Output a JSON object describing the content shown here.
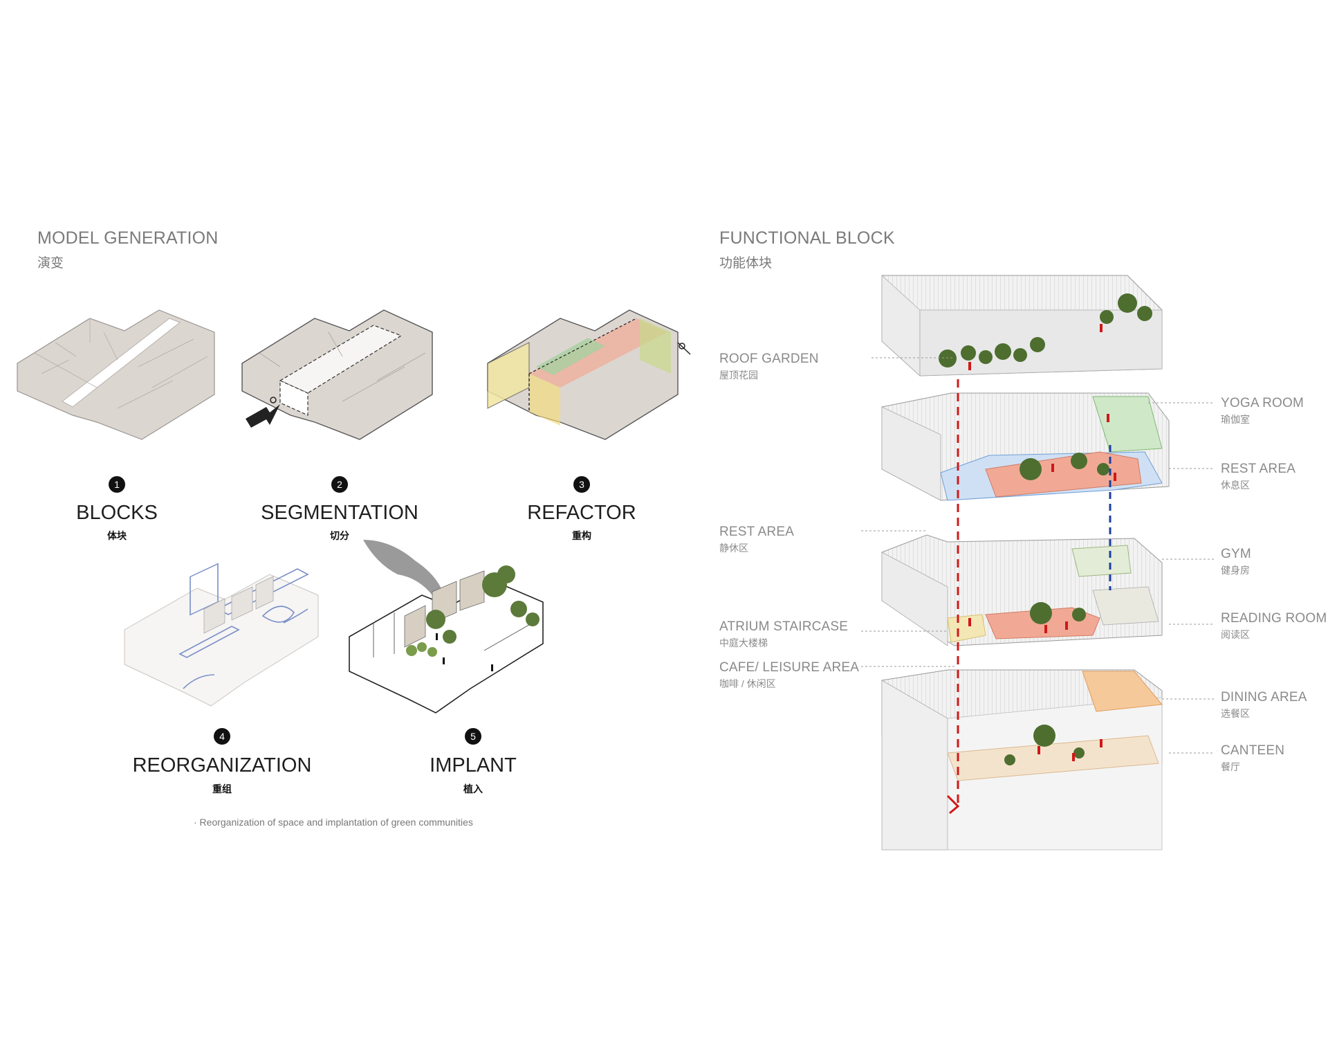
{
  "left": {
    "title": "MODEL GENERATION",
    "subtitle": "演变",
    "steps": [
      {
        "num": "1",
        "name": "BLOCKS",
        "cn": "体块"
      },
      {
        "num": "2",
        "name": "SEGMENTATION",
        "cn": "切分"
      },
      {
        "num": "3",
        "name": "REFACTOR",
        "cn": "重构"
      },
      {
        "num": "4",
        "name": "REORGANIZATION",
        "cn": "重组"
      },
      {
        "num": "5",
        "name": "IMPLANT",
        "cn": "植入"
      }
    ],
    "caption": "· Reorganization of space and implantation of green communities"
  },
  "right": {
    "title": "FUNCTIONAL BLOCK",
    "subtitle": "功能体块",
    "labels_left": [
      {
        "en": "ROOF GARDEN",
        "cn": "屋顶花园"
      },
      {
        "en": "REST AREA",
        "cn": "静休区"
      },
      {
        "en": "ATRIUM STAIRCASE",
        "cn": "中庭大楼梯"
      },
      {
        "en": "CAFE/ LEISURE AREA",
        "cn": "咖啡 / 休闲区"
      }
    ],
    "labels_right": [
      {
        "en": "YOGA ROOM",
        "cn": "瑜伽室"
      },
      {
        "en": "REST AREA",
        "cn": "休息区"
      },
      {
        "en": "GYM",
        "cn": "健身房"
      },
      {
        "en": "READING ROOM",
        "cn": "阅读区"
      },
      {
        "en": "DINING AREA",
        "cn": "选餐区"
      },
      {
        "en": "CANTEEN",
        "cn": "餐厅"
      }
    ]
  },
  "colors": {
    "block_grey": "#dcd6d1",
    "yoga_green": "#cfe8c8",
    "rest_blue": "#cfe0f4",
    "salmon": "#f1a996",
    "yellow": "#f4e7b6",
    "orange": "#f6c99a",
    "path_red": "#d01818",
    "path_blue": "#1b3fa0"
  }
}
